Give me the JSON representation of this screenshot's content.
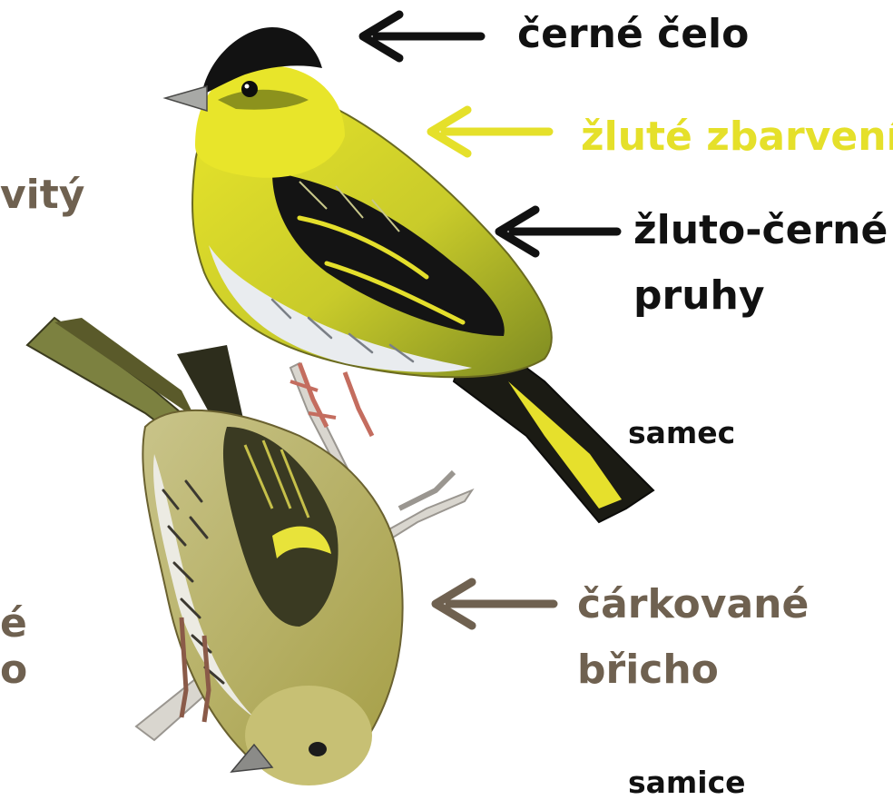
{
  "labels": {
    "cut_left_1": "vitý",
    "cut_left_2": "é",
    "cut_left_3": "o",
    "forehead": "černé čelo",
    "yellow": "žluté zbarvení",
    "stripes_line1": "žluto-černé",
    "stripes_line2": "pruhy",
    "male": "samec",
    "belly_line1": "čárkované",
    "belly_line2": "břicho",
    "female": "samice"
  },
  "colors": {
    "black": "#111111",
    "yellow_label": "#e5e02a",
    "brown_label": "#6f6150"
  }
}
